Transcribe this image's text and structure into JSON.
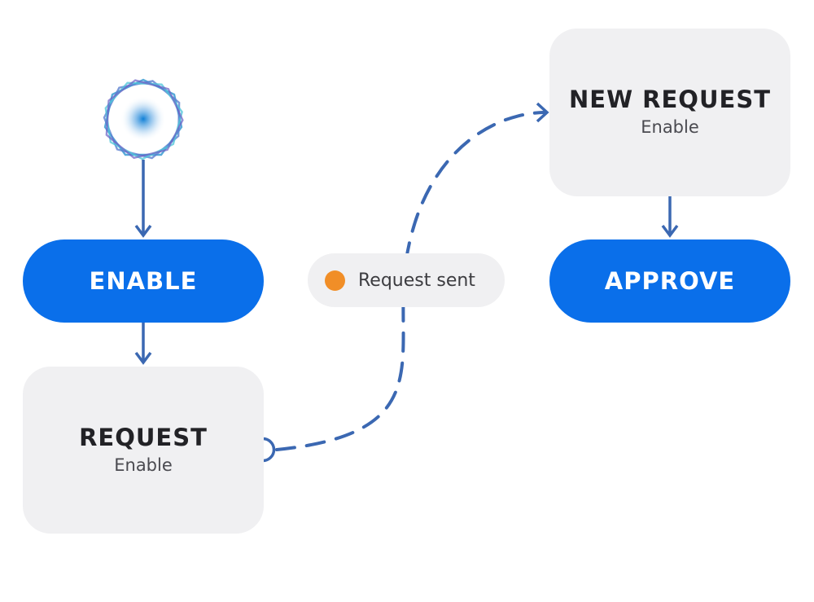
{
  "nodes": {
    "enable": {
      "label": "ENABLE"
    },
    "request": {
      "title": "REQUEST",
      "subtitle": "Enable"
    },
    "new_request": {
      "title": "NEW REQUEST",
      "subtitle": "Enable"
    },
    "approve": {
      "label": "APPROVE"
    }
  },
  "status": {
    "label": "Request sent",
    "dot_color": "#f18e27"
  },
  "colors": {
    "primary": "#0a6fea",
    "connector": "#3b68b2",
    "card": "#f0f0f2"
  },
  "icons": {
    "start": "start-orb-icon",
    "port": "connector-port-icon"
  }
}
